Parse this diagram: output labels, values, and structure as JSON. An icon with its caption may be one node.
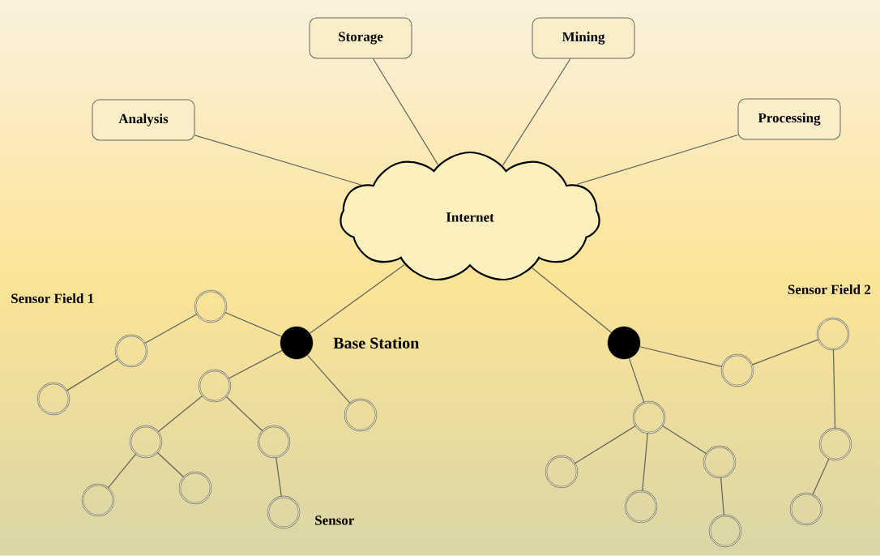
{
  "diagram": {
    "nodes": [
      {
        "text": [
          "Analysis"
        ]
      },
      {
        "text": [
          "Storage"
        ]
      },
      {
        "text": [
          "Mining"
        ]
      },
      {
        "text": [
          "Processing"
        ]
      },
      {
        "text": [
          "Internet"
        ]
      },
      {
        "text": [],
        "shape": "circle",
        "beside": [
          "Base Station"
        ]
      },
      {
        "text": [],
        "shape": "circle"
      },
      {
        "text": [],
        "shape": "circle"
      },
      {
        "text": [],
        "shape": "circle"
      },
      {
        "text": [],
        "shape": "circle"
      },
      {
        "text": [],
        "shape": "circle"
      },
      {
        "text": [],
        "shape": "circle"
      },
      {
        "text": [],
        "shape": "circle"
      },
      {
        "text": [],
        "shape": "circle"
      },
      {
        "text": [],
        "shape": "circle"
      },
      {
        "text": [],
        "shape": "circle",
        "beside": [
          "Sensor"
        ]
      },
      {
        "text": [],
        "shape": "circle"
      },
      {
        "text": [],
        "shape": "circle"
      },
      {
        "text": [],
        "shape": "circle"
      },
      {
        "text": [],
        "shape": "circle"
      },
      {
        "text": [],
        "shape": "circle"
      },
      {
        "text": [],
        "shape": "circle"
      },
      {
        "text": [],
        "shape": "circle"
      },
      {
        "text": [],
        "shape": "circle"
      },
      {
        "text": [],
        "shape": "circle"
      },
      {
        "text": [],
        "shape": "circle"
      }
    ],
    "edges": [
      {
        "from": 0,
        "to": 4,
        "arrow": "none"
      },
      {
        "from": 1,
        "to": 4,
        "arrow": "none"
      },
      {
        "from": 2,
        "to": 4,
        "arrow": "none"
      },
      {
        "from": 3,
        "to": 4,
        "arrow": "none"
      },
      {
        "from": 4,
        "to": 5,
        "arrow": "none"
      },
      {
        "from": 4,
        "to": 6,
        "arrow": "none"
      },
      {
        "from": 5,
        "to": 7,
        "arrow": "none"
      },
      {
        "from": 7,
        "to": 8,
        "arrow": "none"
      },
      {
        "from": 8,
        "to": 9,
        "arrow": "none"
      },
      {
        "from": 5,
        "to": 10,
        "arrow": "none"
      },
      {
        "from": 10,
        "to": 11,
        "arrow": "none"
      },
      {
        "from": 11,
        "to": 12,
        "arrow": "none"
      },
      {
        "from": 11,
        "to": 13,
        "arrow": "none"
      },
      {
        "from": 10,
        "to": 14,
        "arrow": "none"
      },
      {
        "from": 14,
        "to": 15,
        "arrow": "none"
      },
      {
        "from": 5,
        "to": 16,
        "arrow": "none"
      },
      {
        "from": 6,
        "to": 17,
        "arrow": "none"
      },
      {
        "from": 17,
        "to": 18,
        "arrow": "none"
      },
      {
        "from": 18,
        "to": 19,
        "arrow": "none"
      },
      {
        "from": 19,
        "to": 20,
        "arrow": "none"
      },
      {
        "from": 6,
        "to": 21,
        "arrow": "none"
      },
      {
        "from": 21,
        "to": 22,
        "arrow": "none"
      },
      {
        "from": 21,
        "to": 23,
        "arrow": "none"
      },
      {
        "from": 21,
        "to": 24,
        "arrow": "none"
      },
      {
        "from": 24,
        "to": 25,
        "arrow": "none"
      }
    ],
    "labels": [
      "Sensor Field 1",
      "Sensor Field 2"
    ]
  }
}
